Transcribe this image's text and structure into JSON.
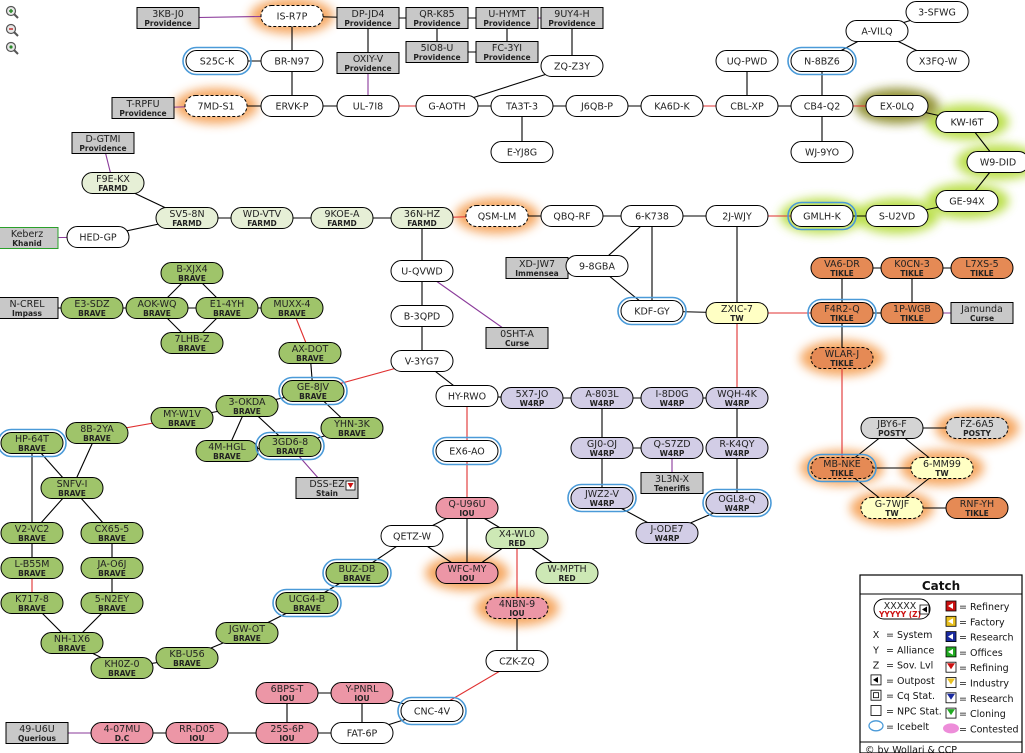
{
  "colors": {
    "line_normal": "#000000",
    "line_region": "#e03030",
    "line_const": "#8a3a9a",
    "npc": "#c8c8c8",
    "farmd": "#e6efd6",
    "brave": "#9fc46a",
    "tikle": "#e58a55",
    "w4rp": "#d2cde6",
    "iou": "#ec96a6",
    "tw": "#ffffc4",
    "posty": "#d4d4d4",
    "red": "#cde8b5",
    "glow_orange": "#f5a055",
    "glow_green": "#b6dd3c",
    "glow_olive": "#8a8a28"
  },
  "systems": [
    {
      "id": "3KB-J0",
      "tag": "Providence",
      "style": "npc"
    },
    {
      "id": "IS-R7P",
      "tag": "",
      "style": "plain"
    },
    {
      "id": "DP-JD4",
      "tag": "Providence",
      "style": "npc"
    },
    {
      "id": "QR-K85",
      "tag": "Providence",
      "style": "npc"
    },
    {
      "id": "U-HYMT",
      "tag": "Providence",
      "style": "npc"
    },
    {
      "id": "9UY4-H",
      "tag": "Providence",
      "style": "npc"
    },
    {
      "id": "3-SFWG",
      "tag": "",
      "style": "plain"
    },
    {
      "id": "A-VILQ",
      "tag": "",
      "style": "plain"
    },
    {
      "id": "X3FQ-W",
      "tag": "",
      "style": "plain"
    },
    {
      "id": "S25C-K",
      "tag": "",
      "style": "plain"
    },
    {
      "id": "BR-N97",
      "tag": "",
      "style": "plain"
    },
    {
      "id": "OXIY-V",
      "tag": "Providence",
      "style": "npc"
    },
    {
      "id": "5IO8-U",
      "tag": "Providence",
      "style": "npc"
    },
    {
      "id": "FC-3YI",
      "tag": "Providence",
      "style": "npc"
    },
    {
      "id": "ZQ-Z3Y",
      "tag": "",
      "style": "plain"
    },
    {
      "id": "UQ-PWD",
      "tag": "",
      "style": "plain"
    },
    {
      "id": "N-8BZ6",
      "tag": "",
      "style": "plain"
    },
    {
      "id": "T-RPFU",
      "tag": "Providence",
      "style": "npc"
    },
    {
      "id": "7MD-S1",
      "tag": "",
      "style": "plain"
    },
    {
      "id": "ERVK-P",
      "tag": "",
      "style": "plain"
    },
    {
      "id": "UL-7I8",
      "tag": "",
      "style": "plain"
    },
    {
      "id": "G-AOTH",
      "tag": "",
      "style": "plain"
    },
    {
      "id": "TA3T-3",
      "tag": "",
      "style": "plain"
    },
    {
      "id": "J6QB-P",
      "tag": "",
      "style": "plain"
    },
    {
      "id": "KA6D-K",
      "tag": "",
      "style": "plain"
    },
    {
      "id": "CBL-XP",
      "tag": "",
      "style": "plain"
    },
    {
      "id": "CB4-Q2",
      "tag": "",
      "style": "plain"
    },
    {
      "id": "EX-0LQ",
      "tag": "",
      "style": "plain"
    },
    {
      "id": "KW-I6T",
      "tag": "",
      "style": "plain"
    },
    {
      "id": "D-GTMI",
      "tag": "Providence",
      "style": "npc"
    },
    {
      "id": "E-YJ8G",
      "tag": "",
      "style": "plain"
    },
    {
      "id": "WJ-9YO",
      "tag": "",
      "style": "plain"
    },
    {
      "id": "W9-DID",
      "tag": "",
      "style": "plain"
    },
    {
      "id": "F9E-KX",
      "tag": "FARMD",
      "style": "farmd"
    },
    {
      "id": "GE-94X",
      "tag": "",
      "style": "plain"
    },
    {
      "id": "Keberz",
      "tag": "Khanid",
      "style": "npc"
    },
    {
      "id": "HED-GP",
      "tag": "",
      "style": "plain"
    },
    {
      "id": "SV5-8N",
      "tag": "FARMD",
      "style": "farmd"
    },
    {
      "id": "WD-VTV",
      "tag": "FARMD",
      "style": "farmd"
    },
    {
      "id": "9KOE-A",
      "tag": "FARMD",
      "style": "farmd"
    },
    {
      "id": "36N-HZ",
      "tag": "FARMD",
      "style": "farmd"
    },
    {
      "id": "QSM-LM",
      "tag": "",
      "style": "plain"
    },
    {
      "id": "QBQ-RF",
      "tag": "",
      "style": "plain"
    },
    {
      "id": "6-K738",
      "tag": "",
      "style": "plain"
    },
    {
      "id": "2J-WJY",
      "tag": "",
      "style": "plain"
    },
    {
      "id": "GMLH-K",
      "tag": "",
      "style": "plain"
    },
    {
      "id": "S-U2VD",
      "tag": "",
      "style": "plain"
    },
    {
      "id": "B-XJX4",
      "tag": "BRAVE",
      "style": "brave"
    },
    {
      "id": "XD-JW7",
      "tag": "Immensea",
      "style": "npc"
    },
    {
      "id": "9-8GBA",
      "tag": "",
      "style": "plain"
    },
    {
      "id": "U-QVWD",
      "tag": "",
      "style": "plain"
    },
    {
      "id": "VA6-DR",
      "tag": "TIKLE",
      "style": "tikle"
    },
    {
      "id": "K0CN-3",
      "tag": "TIKLE",
      "style": "tikle"
    },
    {
      "id": "L7XS-5",
      "tag": "TIKLE",
      "style": "tikle"
    },
    {
      "id": "N-CREL",
      "tag": "Impass",
      "style": "npc"
    },
    {
      "id": "E3-SDZ",
      "tag": "BRAVE",
      "style": "brave"
    },
    {
      "id": "AOK-WQ",
      "tag": "BRAVE",
      "style": "brave"
    },
    {
      "id": "E1-4YH",
      "tag": "BRAVE",
      "style": "brave"
    },
    {
      "id": "MUXX-4",
      "tag": "BRAVE",
      "style": "brave"
    },
    {
      "id": "B-3QPD",
      "tag": "",
      "style": "plain"
    },
    {
      "id": "KDF-GY",
      "tag": "",
      "style": "plain"
    },
    {
      "id": "ZXIC-7",
      "tag": "TW",
      "style": "tw"
    },
    {
      "id": "F4R2-Q",
      "tag": "TIKLE",
      "style": "tikle"
    },
    {
      "id": "1P-WGB",
      "tag": "TIKLE",
      "style": "tikle"
    },
    {
      "id": "Jamunda",
      "tag": "Curse",
      "style": "npc"
    },
    {
      "id": "7LHB-Z",
      "tag": "BRAVE",
      "style": "brave"
    },
    {
      "id": "0SHT-A",
      "tag": "Curse",
      "style": "npc"
    },
    {
      "id": "AX-DOT",
      "tag": "BRAVE",
      "style": "brave"
    },
    {
      "id": "WLAR-J",
      "tag": "TIKLE",
      "style": "tikle"
    },
    {
      "id": "V-3YG7",
      "tag": "",
      "style": "plain"
    },
    {
      "id": "GE-8JV",
      "tag": "BRAVE",
      "style": "brave"
    },
    {
      "id": "HY-RWO",
      "tag": "",
      "style": "plain"
    },
    {
      "id": "5X7-JO",
      "tag": "W4RP",
      "style": "w4rp"
    },
    {
      "id": "A-803L",
      "tag": "W4RP",
      "style": "w4rp"
    },
    {
      "id": "I-8D0G",
      "tag": "W4RP",
      "style": "w4rp"
    },
    {
      "id": "WQH-4K",
      "tag": "W4RP",
      "style": "w4rp"
    },
    {
      "id": "3-OKDA",
      "tag": "BRAVE",
      "style": "brave"
    },
    {
      "id": "MY-W1V",
      "tag": "BRAVE",
      "style": "brave"
    },
    {
      "id": "YHN-3K",
      "tag": "BRAVE",
      "style": "brave"
    },
    {
      "id": "JBY6-F",
      "tag": "POSTY",
      "style": "posty"
    },
    {
      "id": "FZ-6A5",
      "tag": "POSTY",
      "style": "posty"
    },
    {
      "id": "HP-64T",
      "tag": "BRAVE",
      "style": "brave"
    },
    {
      "id": "8B-2YA",
      "tag": "BRAVE",
      "style": "brave"
    },
    {
      "id": "4M-HGL",
      "tag": "BRAVE",
      "style": "brave"
    },
    {
      "id": "3GD6-8",
      "tag": "BRAVE",
      "style": "brave"
    },
    {
      "id": "EX6-AO",
      "tag": "",
      "style": "plain"
    },
    {
      "id": "GJ0-OJ",
      "tag": "W4RP",
      "style": "w4rp"
    },
    {
      "id": "Q-S7ZD",
      "tag": "W4RP",
      "style": "w4rp"
    },
    {
      "id": "R-K4QY",
      "tag": "W4RP",
      "style": "w4rp"
    },
    {
      "id": "MB-NKE",
      "tag": "TIKLE",
      "style": "tikle"
    },
    {
      "id": "6-MM99",
      "tag": "TW",
      "style": "tw"
    },
    {
      "id": "SNFV-I",
      "tag": "BRAVE",
      "style": "brave"
    },
    {
      "id": "DSS-EZ",
      "tag": "Stain",
      "style": "npc"
    },
    {
      "id": "3L3N-X",
      "tag": "Tenerifis",
      "style": "npc"
    },
    {
      "id": "JWZ2-V",
      "tag": "W4RP",
      "style": "w4rp"
    },
    {
      "id": "OGL8-Q",
      "tag": "W4RP",
      "style": "w4rp"
    },
    {
      "id": "G-7WJF",
      "tag": "TW",
      "style": "tw"
    },
    {
      "id": "RNF-YH",
      "tag": "TIKLE",
      "style": "tikle"
    },
    {
      "id": "Q-U96U",
      "tag": "IOU",
      "style": "iou"
    },
    {
      "id": "V2-VC2",
      "tag": "BRAVE",
      "style": "brave"
    },
    {
      "id": "CX65-5",
      "tag": "BRAVE",
      "style": "brave"
    },
    {
      "id": "QETZ-W",
      "tag": "",
      "style": "plain"
    },
    {
      "id": "X4-WL0",
      "tag": "RED",
      "style": "red"
    },
    {
      "id": "J-ODE7",
      "tag": "W4RP",
      "style": "w4rp"
    },
    {
      "id": "L-B55M",
      "tag": "BRAVE",
      "style": "brave"
    },
    {
      "id": "JA-O6J",
      "tag": "BRAVE",
      "style": "brave"
    },
    {
      "id": "BUZ-DB",
      "tag": "BRAVE",
      "style": "brave"
    },
    {
      "id": "WFC-MY",
      "tag": "IOU",
      "style": "iou"
    },
    {
      "id": "W-MPTH",
      "tag": "RED",
      "style": "red"
    },
    {
      "id": "K717-8",
      "tag": "BRAVE",
      "style": "brave"
    },
    {
      "id": "5-N2EY",
      "tag": "BRAVE",
      "style": "brave"
    },
    {
      "id": "UCG4-B",
      "tag": "BRAVE",
      "style": "brave"
    },
    {
      "id": "4NBN-9",
      "tag": "IOU",
      "style": "iou"
    },
    {
      "id": "NH-1X6",
      "tag": "BRAVE",
      "style": "brave"
    },
    {
      "id": "JGW-OT",
      "tag": "BRAVE",
      "style": "brave"
    },
    {
      "id": "KB-U56",
      "tag": "BRAVE",
      "style": "brave"
    },
    {
      "id": "KH0Z-0",
      "tag": "BRAVE",
      "style": "brave"
    },
    {
      "id": "CZK-ZQ",
      "tag": "",
      "style": "plain"
    },
    {
      "id": "6BPS-T",
      "tag": "IOU",
      "style": "iou"
    },
    {
      "id": "Y-PNRL",
      "tag": "IOU",
      "style": "iou"
    },
    {
      "id": "CNC-4V",
      "tag": "",
      "style": "plain"
    },
    {
      "id": "49-U6U",
      "tag": "Querious",
      "style": "npc"
    },
    {
      "id": "4-07MU",
      "tag": "D.C",
      "style": "iou"
    },
    {
      "id": "RR-D05",
      "tag": "IOU",
      "style": "iou"
    },
    {
      "id": "25S-6P",
      "tag": "IOU",
      "style": "iou"
    },
    {
      "id": "FAT-6P",
      "tag": "",
      "style": "plain"
    }
  ],
  "legend": {
    "title": "Catch",
    "sample_name": "XXXXX",
    "sample_sub": "YYYYY (Z)",
    "left_items": [
      {
        "sym": "X",
        "text": "= System"
      },
      {
        "sym": "Y",
        "text": "= Alliance"
      },
      {
        "sym": "Z",
        "text": "= Sov. Lvl"
      },
      {
        "sym": "",
        "text": "= Outpost"
      },
      {
        "sym": "",
        "text": "= Cq Stat."
      },
      {
        "sym": "",
        "text": "= NPC Stat."
      },
      {
        "sym": "",
        "text": "= Icebelt"
      }
    ],
    "right_items": [
      {
        "text": "= Refinery",
        "icon": "refinery-icon",
        "color": "#cc1111"
      },
      {
        "text": "= Factory",
        "icon": "factory-icon",
        "color": "#e8c020"
      },
      {
        "text": "= Research",
        "icon": "research-icon",
        "color": "#1a2aa0"
      },
      {
        "text": "= Offices",
        "icon": "offices-icon",
        "color": "#22aa22"
      },
      {
        "text": "= Refining",
        "icon": "refining-icon",
        "color": "#cc1111"
      },
      {
        "text": "= Industry",
        "icon": "industry-icon",
        "color": "#e8c020"
      },
      {
        "text": "= Research",
        "icon": "research2-icon",
        "color": "#1a2aa0"
      },
      {
        "text": "= Cloning",
        "icon": "cloning-icon",
        "color": "#22aa22"
      },
      {
        "text": "= Contested",
        "icon": "contested-icon",
        "color": "#e870d0"
      }
    ],
    "copyright": "© by Wollari & CCP"
  },
  "toolbar": [
    "zoom-in-icon",
    "zoom-out-icon",
    "reset-view-icon"
  ]
}
